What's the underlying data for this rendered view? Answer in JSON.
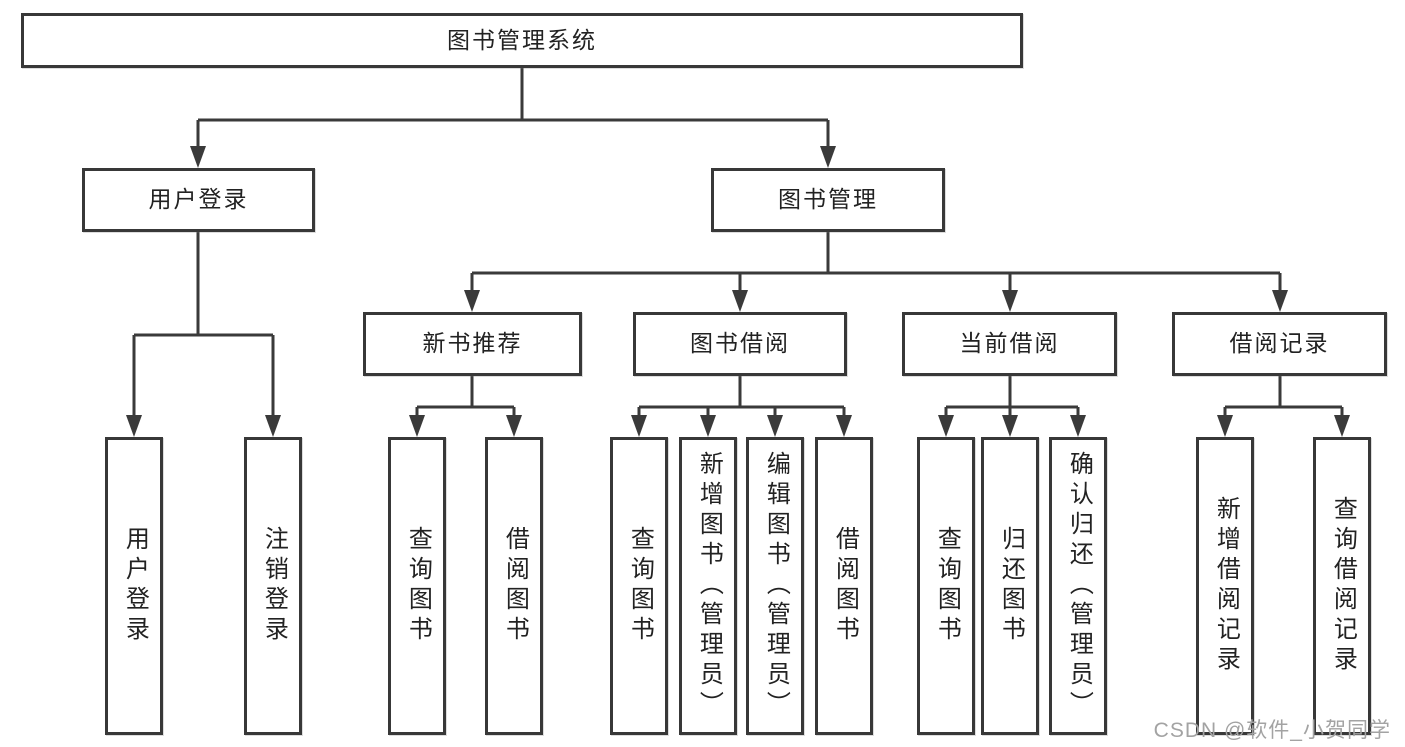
{
  "nodes": {
    "root": "图书管理系统",
    "level2": [
      "用户登录",
      "图书管理"
    ],
    "level3": [
      "新书推荐",
      "图书借阅",
      "当前借阅",
      "借阅记录"
    ],
    "leaves": [
      "用户登录",
      "注销登录",
      "查询图书",
      "借阅图书",
      "查询图书",
      "新增图书（管理员）",
      "编辑图书（管理员）",
      "借阅图书",
      "查询图书",
      "归还图书",
      "确认归还（管理员）",
      "新增借阅记录",
      "查询借阅记录"
    ]
  },
  "tree": {
    "图书管理系统": {
      "用户登录": [
        "用户登录",
        "注销登录"
      ],
      "图书管理": {
        "新书推荐": [
          "查询图书",
          "借阅图书"
        ],
        "图书借阅": [
          "查询图书",
          "新增图书（管理员）",
          "编辑图书（管理员）",
          "借阅图书"
        ],
        "当前借阅": [
          "查询图书",
          "归还图书",
          "确认归还（管理员）"
        ],
        "借阅记录": [
          "新增借阅记录",
          "查询借阅记录"
        ]
      }
    }
  },
  "watermark": {
    "text": "CSDN @软件_小贺同学"
  },
  "colors": {
    "line": "#3a3a3a",
    "box_border": "#383838",
    "text": "#222222",
    "background": "#ffffff",
    "watermark": "#a3a3a3"
  }
}
